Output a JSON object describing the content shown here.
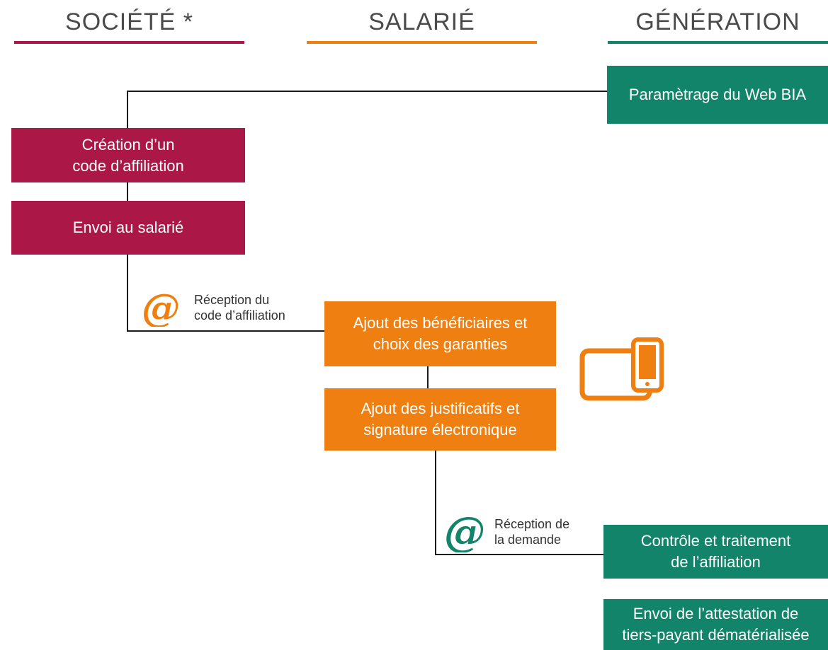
{
  "colors": {
    "societe": "#ab1847",
    "salarie": "#ef7f10",
    "generation": "#12846a",
    "connector": "#1a1a1a"
  },
  "columns": {
    "societe": "SOCIÉTÉ *",
    "salarie": "SALARIÉ",
    "generation": "GÉNÉRATION"
  },
  "boxes": {
    "parametrage": "Paramètrage du Web BIA",
    "creation_code": "Création d’un\ncode d’affiliation",
    "envoi_salarie": "Envoi au salarié",
    "ajout_beneficiaires": "Ajout des bénéficiaires et\nchoix des garanties",
    "ajout_justificatifs": "Ajout des justificatifs et\nsignature électronique",
    "controle_traitement": "Contrôle et traitement\nde l’affiliation",
    "envoi_attestation": "Envoi de l’attestation de\ntiers-payant dématérialisée"
  },
  "notes": {
    "reception_code": "Réception du\ncode d’affiliation",
    "reception_demande": "Réception de\nla demande"
  },
  "icons": {
    "email_orange": "at-sign-icon",
    "email_green": "at-sign-icon",
    "devices": "tablet-phone-icon"
  }
}
